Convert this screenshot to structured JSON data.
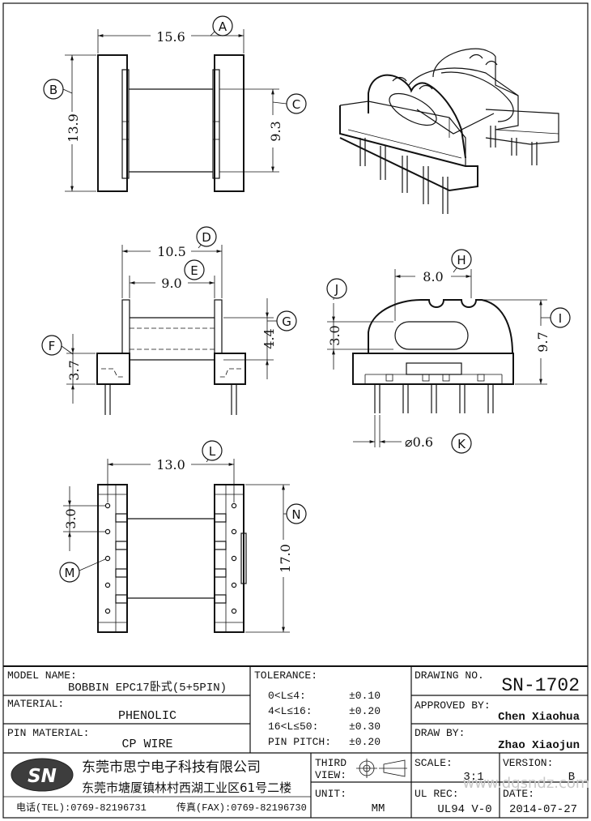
{
  "drawing": {
    "dims": {
      "A": "15.6",
      "B": "13.9",
      "C": "9.3",
      "D": "10.5",
      "E": "9.0",
      "F": "3.7",
      "G": "4.4",
      "H": "8.0",
      "I": "9.7",
      "J": "3.0",
      "K": "⌀0.6",
      "L": "13.0",
      "M": "3.0",
      "N": "17.0"
    },
    "balloons": [
      "A",
      "B",
      "C",
      "D",
      "E",
      "F",
      "G",
      "H",
      "I",
      "J",
      "K",
      "L",
      "M",
      "N"
    ]
  },
  "title_block": {
    "model_name_label": "MODEL NAME:",
    "model_name": "BOBBIN EPC17卧式(5+5PIN)",
    "material_label": "MATERIAL:",
    "material": "PHENOLIC",
    "pin_material_label": "PIN MATERIAL:",
    "pin_material": "CP WIRE",
    "tolerance_label": "TOLERANCE:",
    "tolerances": [
      {
        "range": "0<L≤4:",
        "value": "±0.10"
      },
      {
        "range": "4<L≤16:",
        "value": "±0.20"
      },
      {
        "range": "16<L≤50:",
        "value": "±0.30"
      },
      {
        "range": "PIN PITCH:",
        "value": "±0.20"
      }
    ],
    "drawing_no_label": "DRAWING NO.",
    "drawing_no": "SN-1702",
    "approved_by_label": "APPROVED BY:",
    "approved_by": "Chen Xiaohua",
    "draw_by_label": "DRAW BY:",
    "draw_by": "Zhao Xiaojun",
    "logo": "SN",
    "company_name": "东莞市思宁电子科技有限公司",
    "company_address": "东莞市塘厦镇林村西湖工业区61号二楼",
    "tel": "电话(TEL):0769-82196731",
    "fax": "传真(FAX):0769-82196730",
    "third_view_label_1": "THIRD",
    "third_view_label_2": "VIEW:",
    "unit_label": "UNIT:",
    "unit": "MM",
    "scale_label": "SCALE:",
    "scale": "3:1",
    "version_label": "VERSION:",
    "version": "B",
    "ul_rec_label": "UL REC:",
    "ul_rec": "UL94 V-0",
    "date_label": "DATE:",
    "date": "2014-07-27",
    "watermark": "www.dgsndz.com"
  }
}
